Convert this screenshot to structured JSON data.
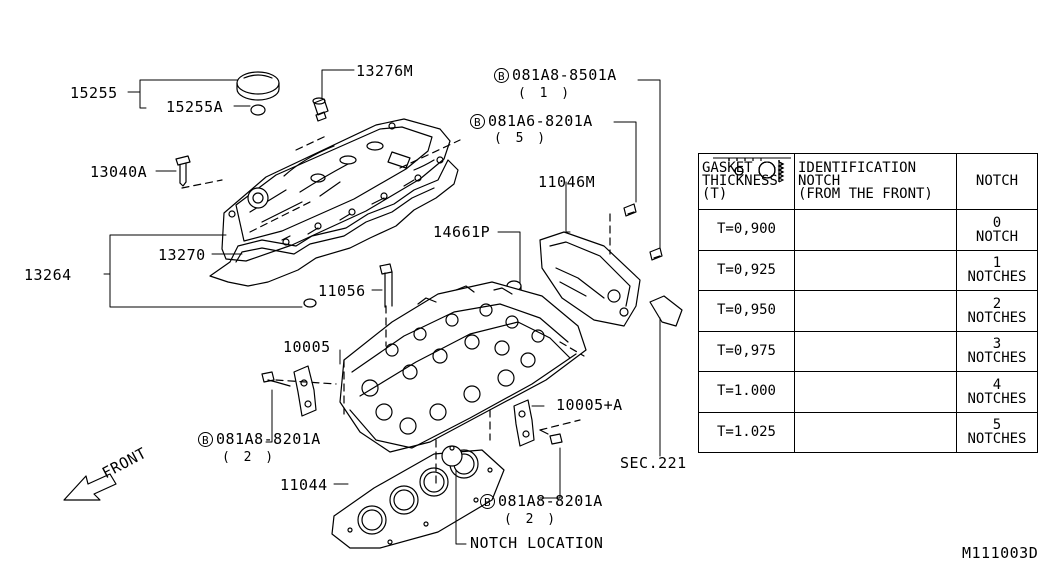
{
  "labels": {
    "p15255": "15255",
    "p15255A": "15255A",
    "p13276M": "13276M",
    "p13040A": "13040A",
    "p13270": "13270",
    "p13264": "13264",
    "p11056": "11056",
    "p10005": "10005",
    "p10005A": "10005+A",
    "p11044": "11044",
    "p14661P": "14661P",
    "p11046M": "11046M",
    "sec221": "SEC.221",
    "notch_location": "NOTCH LOCATION",
    "front": "FRONT",
    "diagram_code": "M111003D"
  },
  "bolts": {
    "b1": {
      "symbol": "B",
      "part": "081A8-8501A",
      "qty": "( 1 )"
    },
    "b2": {
      "symbol": "B",
      "part": "081A6-8201A",
      "qty": "( 5 )"
    },
    "b3": {
      "symbol": "B",
      "part": "081A8-8201A",
      "qty": "( 2 )"
    },
    "b4": {
      "symbol": "B",
      "part": "081A8-8201A",
      "qty": "( 2 )"
    }
  },
  "table": {
    "headers": {
      "thickness": [
        "GASKET",
        "THICKNESS",
        "(T)"
      ],
      "identification": [
        "IDENTIFICATION",
        "NOTCH",
        "(FROM THE FRONT)"
      ],
      "notch": "NOTCH"
    },
    "rows": [
      {
        "thickness": "T=0,900",
        "notch_count": 0,
        "notch_line1": "0",
        "notch_line2": "NOTCH"
      },
      {
        "thickness": "T=0,925",
        "notch_count": 1,
        "notch_line1": "1",
        "notch_line2": "NOTCHES"
      },
      {
        "thickness": "T=0,950",
        "notch_count": 2,
        "notch_line1": "2",
        "notch_line2": "NOTCHES"
      },
      {
        "thickness": "T=0,975",
        "notch_count": 3,
        "notch_line1": "3",
        "notch_line2": "NOTCHES"
      },
      {
        "thickness": "T=1.000",
        "notch_count": 4,
        "notch_line1": "4",
        "notch_line2": "NOTCHES"
      },
      {
        "thickness": "T=1.025",
        "notch_count": 5,
        "notch_line1": "5",
        "notch_line2": "NOTCHES"
      }
    ]
  }
}
